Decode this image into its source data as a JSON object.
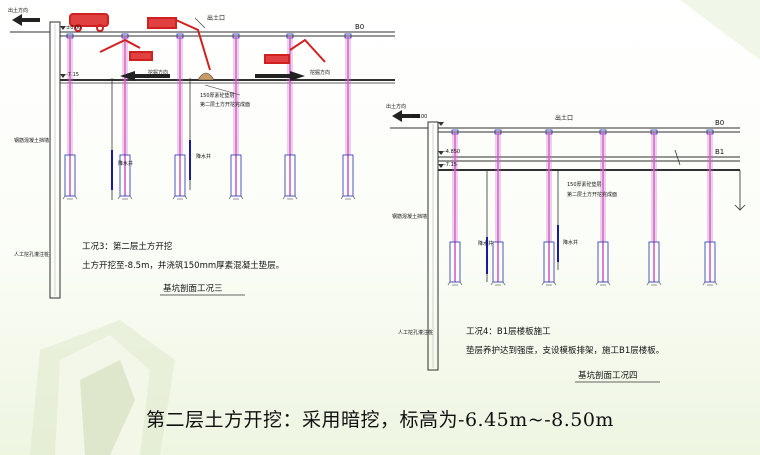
{
  "colors": {
    "pile": "#d060c8",
    "column_outline": "#2030b0",
    "rebar": "#1a1aa0",
    "machine": "#d02020",
    "wall": "#303030"
  },
  "left_section": {
    "label_soil_direction": "出土方向",
    "label_b0": "B0",
    "label_outlet": "出土口",
    "level_top": "±0.00",
    "level_slab": "-7.15",
    "label_earth_direction_1": "挖掘方向",
    "label_earth_direction_2": "挖掘方向",
    "label_cushion": "150厚素砼垫层",
    "label_excavation_surface": "第二层土方开挖完成面",
    "label_retaining_wall": "钢筋混凝土挡墙",
    "label_pump_well_1": "降水井",
    "label_pump_well_2": "降水井",
    "label_artificial_pile": "人工挖孔灌注桩",
    "desc_line1": "工况3：第二层土方开挖",
    "desc_line2": "土方开挖至-8.5m，并浇筑150mm厚素混凝土垫层。",
    "title": "基坑剖面工况三"
  },
  "right_section": {
    "label_soil_direction": "出土方向",
    "level_top": "±0.00",
    "label_b0": "B0",
    "label_outlet": "出土口",
    "label_b1": "B1",
    "level_mid": "-4.850",
    "level_low": "-7.15",
    "label_cushion": "150厚素砼垫层",
    "label_excavation_surface": "第二层土方开挖完成面",
    "label_retaining_wall": "钢筋混凝土挡墙",
    "label_pump_well_1": "降水井",
    "label_pump_well_2": "降水井",
    "label_artificial_pile": "人工挖孔灌注桩",
    "desc_line1": "工况4：B1层楼板施工",
    "desc_line2": "垫层养护达到强度，支设模板排架，施工B1层楼板。",
    "title": "基坑剖面工况四"
  },
  "caption": "第二层土方开挖：采用暗挖，标高为-6.45m~-8.50m"
}
